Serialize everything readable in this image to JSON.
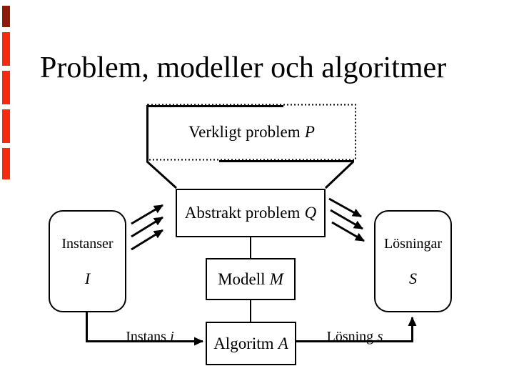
{
  "slide": {
    "title": "Problem, modeller och algoritmer"
  },
  "decor": {
    "left_bar_segments": [
      {
        "color": "#8f1a0b",
        "height": 30
      },
      {
        "color": "#f52a0f",
        "height": 47
      },
      {
        "color": "#f52a0f",
        "height": 47
      },
      {
        "color": "#f52a0f",
        "height": 47
      },
      {
        "color": "#f52a0f",
        "height": 44
      }
    ]
  },
  "diagram": {
    "real_problem": {
      "label": "Verkligt problem",
      "symbol": "P"
    },
    "abstract_problem": {
      "label": "Abstrakt problem",
      "symbol": "Q"
    },
    "instances": {
      "label": "Instanser",
      "symbol": "I"
    },
    "solutions": {
      "label": "Lösningar",
      "symbol": "S"
    },
    "model": {
      "label": "Modell",
      "symbol": "M"
    },
    "algorithm": {
      "label": "Algoritm",
      "symbol": "A"
    },
    "edge_instance": {
      "label": "Instans",
      "symbol": "i"
    },
    "edge_solution": {
      "label": "Lösning",
      "symbol": "s"
    }
  }
}
